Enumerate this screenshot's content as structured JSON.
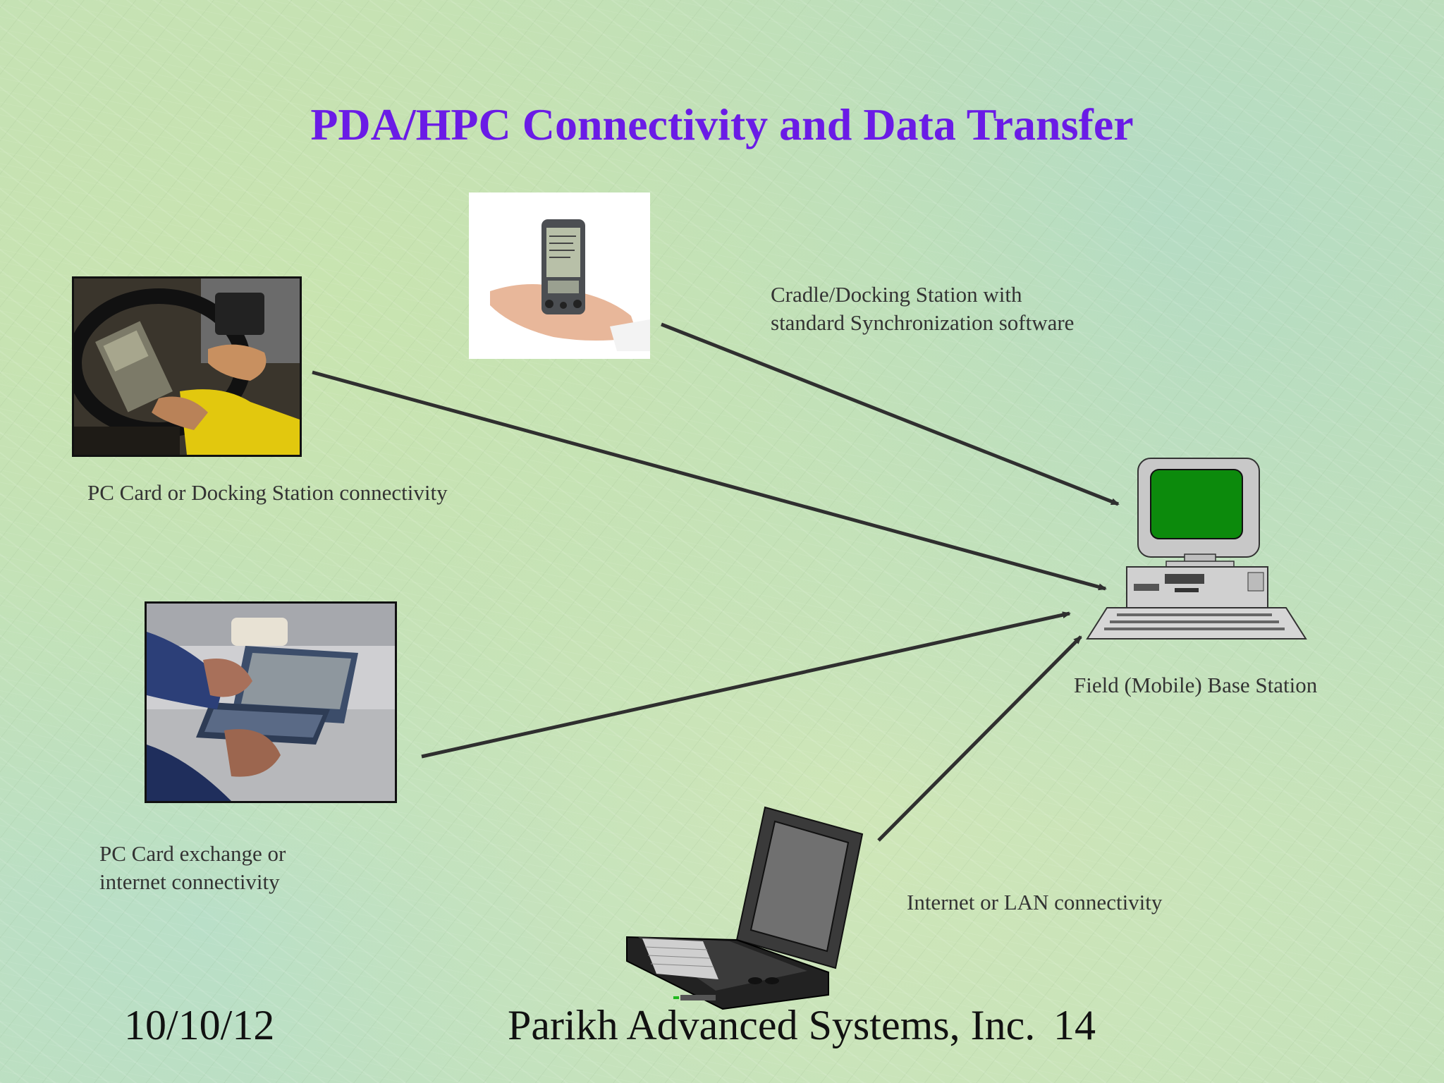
{
  "slide": {
    "title": "PDA/HPC Connectivity and Data Transfer",
    "labels": {
      "pc_card_docking": "PC Card or Docking Station connectivity",
      "cradle_line1": "Cradle/Docking Station with",
      "cradle_line2": "standard Synchronization software",
      "base_station": "Field (Mobile) Base Station",
      "pc_card_exchange_line1": "PC Card exchange or",
      "pc_card_exchange_line2": "internet connectivity",
      "internet_lan": "Internet or LAN connectivity"
    },
    "footer": {
      "date": "10/10/12",
      "company": "Parikh Advanced Systems, Inc.",
      "page_number": "14"
    }
  },
  "colors": {
    "title": "#6a1be6",
    "arrow": "#2f2f2f",
    "monitor_screen": "#0c8a0c"
  },
  "icons": [
    "pda-in-car-photo",
    "pda-in-hand-photo",
    "hpc-typing-photo",
    "desktop-computer-icon",
    "laptop-icon"
  ]
}
